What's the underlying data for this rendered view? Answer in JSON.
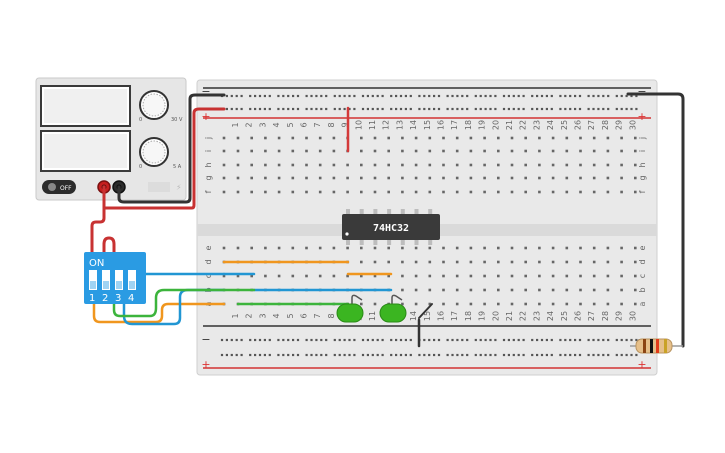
{
  "power_supply": {
    "off_label": "OFF",
    "voltage_max": "30 V",
    "voltage_min": "0",
    "current_max": "5 A",
    "current_min": "0"
  },
  "breadboard": {
    "column_numbers": [
      "1",
      "2",
      "3",
      "4",
      "5",
      "6",
      "7",
      "8",
      "9",
      "10",
      "11",
      "12",
      "13",
      "14",
      "15",
      "16",
      "17",
      "18",
      "19",
      "20",
      "21",
      "22",
      "23",
      "24",
      "25",
      "26",
      "27",
      "28",
      "29",
      "30"
    ],
    "rows_top": [
      "j",
      "i",
      "h",
      "g",
      "f"
    ],
    "rows_bottom": [
      "e",
      "d",
      "c",
      "b",
      "a"
    ],
    "rail_minus": "−",
    "rail_plus": "+"
  },
  "ic": {
    "label": "74HC32"
  },
  "dip_switch": {
    "on_label": "ON",
    "positions": [
      "1",
      "2",
      "3",
      "4"
    ]
  },
  "colors": {
    "board": "#e8e8e8",
    "rail_red": "#d33333",
    "wire_orange": "#f0961e",
    "wire_blue": "#2196d3",
    "wire_green": "#3cb43c",
    "wire_black": "#333333",
    "led_green": "#3bb521",
    "dip_blue": "#2a9be3",
    "chip_body": "#3a3a3a"
  }
}
